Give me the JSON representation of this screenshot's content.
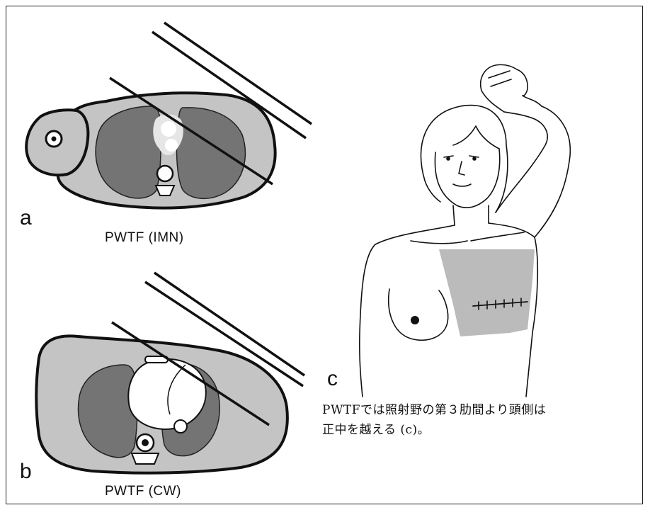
{
  "panels": {
    "a": {
      "letter": "a",
      "caption": "PWTF (IMN)"
    },
    "b": {
      "letter": "b",
      "caption": "PWTF (CW)"
    },
    "c": {
      "letter": "c"
    }
  },
  "note": "PWTFでは照射野の第３肋間より頭側は正中を越える (c)。",
  "colors": {
    "body": "#c4c4c4",
    "lung": "#747474",
    "heart": "#ffffff",
    "field": "#bbbbbb",
    "outline": "#111111"
  }
}
